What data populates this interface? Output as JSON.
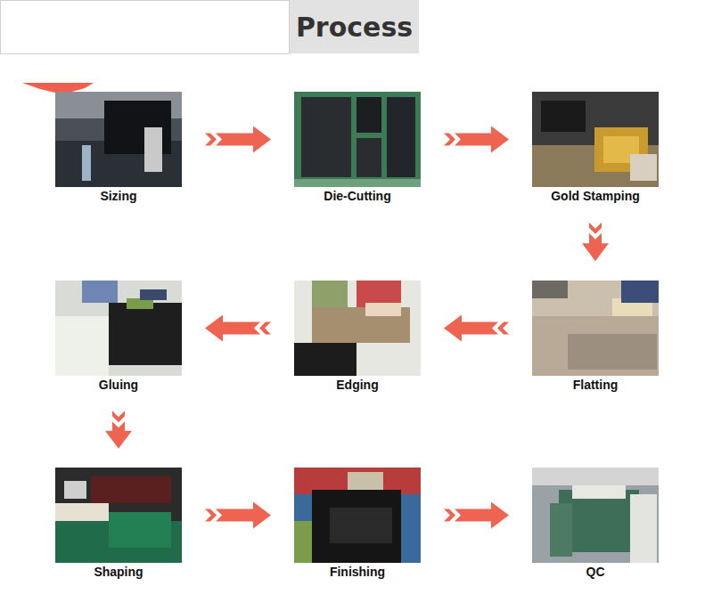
{
  "diagram": {
    "title": "Process",
    "nodes": [
      {
        "text": [
          "Sizing"
        ]
      },
      {
        "text": [
          "Die-Cutting"
        ]
      },
      {
        "text": [
          "Gold Stamping"
        ]
      },
      {
        "text": [
          "Gluing"
        ]
      },
      {
        "text": [
          "Edging"
        ]
      },
      {
        "text": [
          "Flatting"
        ]
      },
      {
        "text": [
          "Shaping"
        ]
      },
      {
        "text": [
          "Finishing"
        ]
      },
      {
        "text": [
          "QC"
        ]
      }
    ],
    "edges": [
      {
        "from": 0,
        "to": 1,
        "arrow": "to"
      },
      {
        "from": 1,
        "to": 2,
        "arrow": "to"
      },
      {
        "from": 2,
        "to": 5,
        "arrow": "to"
      },
      {
        "from": 5,
        "to": 4,
        "arrow": "to"
      },
      {
        "from": 4,
        "to": 3,
        "arrow": "to"
      },
      {
        "from": 3,
        "to": 6,
        "arrow": "to"
      },
      {
        "from": 6,
        "to": 7,
        "arrow": "to"
      },
      {
        "from": 7,
        "to": 8,
        "arrow": "to"
      }
    ]
  }
}
